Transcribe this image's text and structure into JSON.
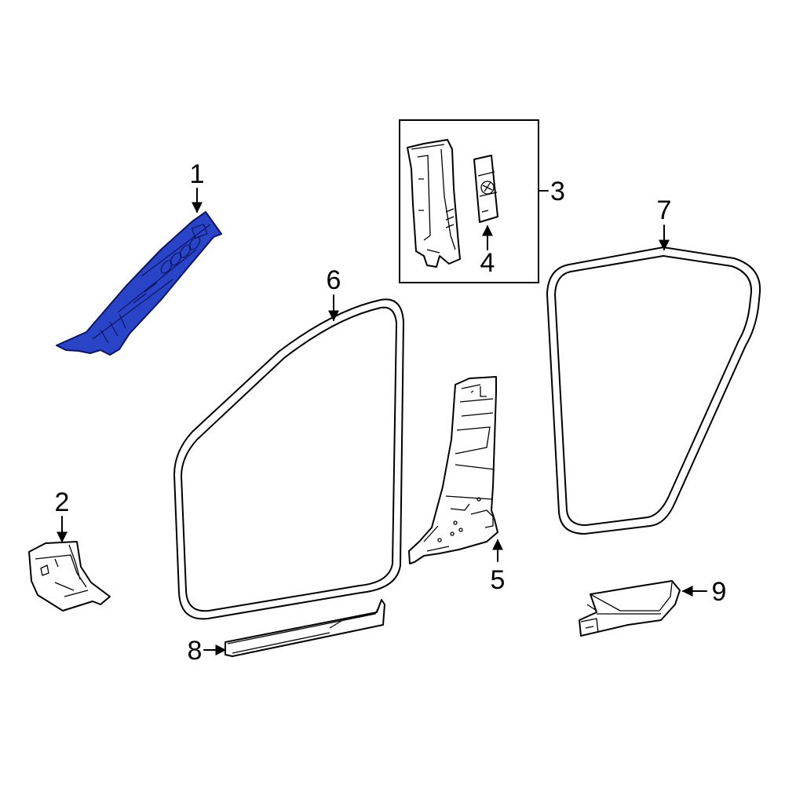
{
  "diagram": {
    "callouts": [
      {
        "id": "1",
        "text": "1"
      },
      {
        "id": "2",
        "text": "2"
      },
      {
        "id": "3",
        "text": "3"
      },
      {
        "id": "4",
        "text": "4"
      },
      {
        "id": "5",
        "text": "5"
      },
      {
        "id": "6",
        "text": "6"
      },
      {
        "id": "7",
        "text": "7"
      },
      {
        "id": "8",
        "text": "8"
      },
      {
        "id": "9",
        "text": "9"
      }
    ],
    "highlight_color": "#2a44c8",
    "line_color": "#000000"
  }
}
